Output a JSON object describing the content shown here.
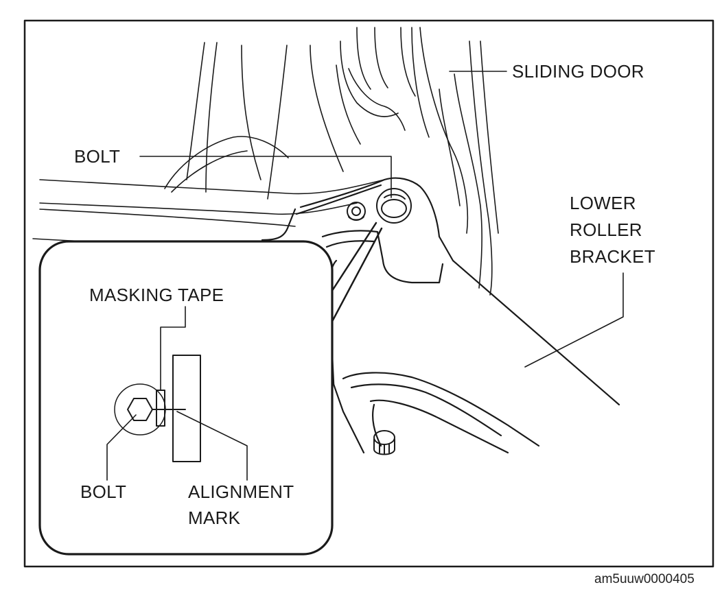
{
  "labels": {
    "sliding_door": "SLIDING DOOR",
    "bolt_main": "BOLT",
    "lower_roller_bracket": [
      "LOWER",
      "ROLLER",
      "BRACKET"
    ],
    "masking_tape": "MASKING TAPE",
    "bolt_detail": "BOLT",
    "alignment_mark": [
      "ALIGNMENT",
      "MARK"
    ]
  },
  "figure_code": "am5uuw0000405",
  "colors": {
    "line": "#1a1a1a",
    "background": "#ffffff"
  }
}
